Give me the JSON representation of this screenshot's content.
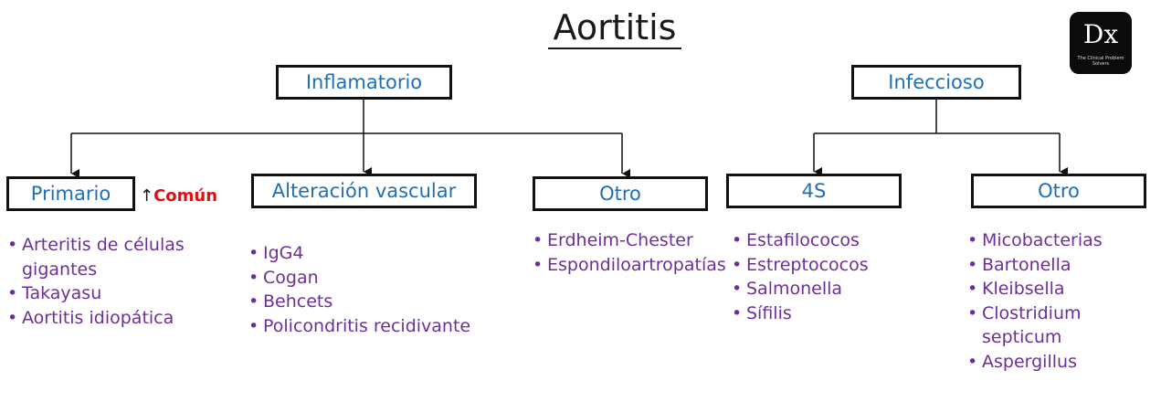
{
  "title": "Aortitis",
  "logo": {
    "mark": "Dx",
    "subtitle": "The Clinical Problem Solvers"
  },
  "categories": {
    "inflammatory": {
      "label": "Inflamatorio",
      "primary": {
        "label": "Primario",
        "note_arrow": "↑",
        "note": "Común",
        "items": [
          "Arteritis de células gigantes",
          "Takayasu",
          "Aortitis idiopática"
        ]
      },
      "vascular": {
        "label": "Alteración vascular",
        "items": [
          "IgG4",
          "Cogan",
          "Behcets",
          "Policondritis recidivante"
        ]
      },
      "other": {
        "label": "Otro",
        "items": [
          "Erdheim-Chester",
          "Espondiloartropatías"
        ]
      }
    },
    "infectious": {
      "label": "Infeccioso",
      "four_s": {
        "label": "4S",
        "items": [
          "Estafilococos",
          "Estreptococos",
          "Salmonella",
          "Sífilis"
        ]
      },
      "other": {
        "label": "Otro",
        "items": [
          "Micobacterias",
          "Bartonella",
          "Kleibsella",
          "Clostridium septicum",
          "Aspergillus"
        ]
      }
    }
  },
  "colors": {
    "box_text": "#1f6fb5",
    "list_text": "#6e2e9a",
    "note_text": "#e01010"
  }
}
